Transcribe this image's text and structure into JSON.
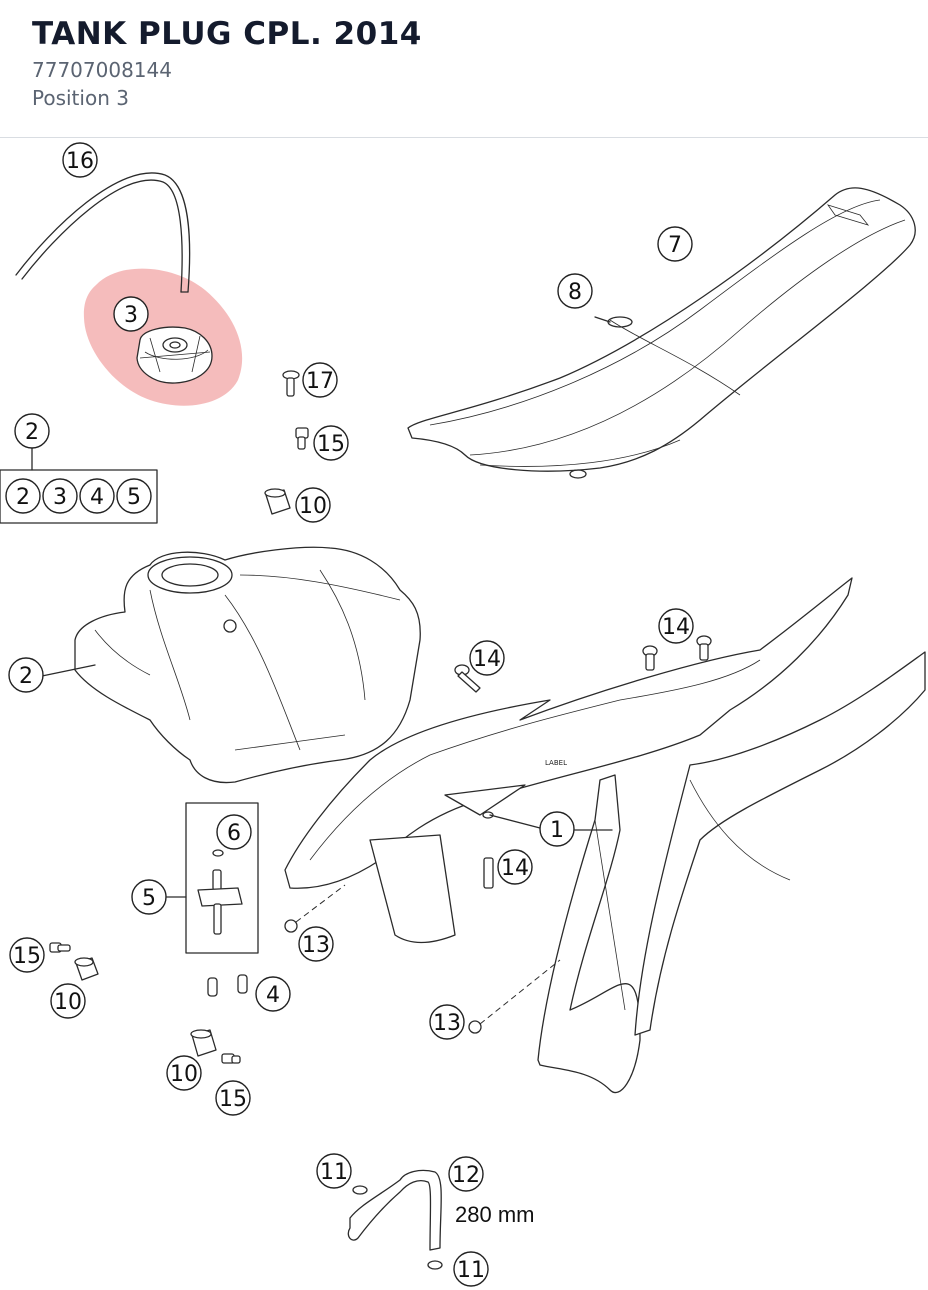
{
  "header": {
    "title": "TANK PLUG CPL. 2014",
    "part_number": "77707008144",
    "position": "Position 3"
  },
  "callouts": {
    "c1": "1",
    "c2a": "2",
    "c2b": "2",
    "c2c": "2",
    "c3a": "3",
    "c3b": "3",
    "c4a": "4",
    "c4b": "4",
    "c5a": "5",
    "c5b": "5",
    "c6": "6",
    "c7": "7",
    "c8": "8",
    "c10a": "10",
    "c10b": "10",
    "c10c": "10",
    "c11a": "11",
    "c11b": "11",
    "c12": "12",
    "c13a": "13",
    "c13b": "13",
    "c14a": "14",
    "c14b": "14",
    "c14c": "14",
    "c15a": "15",
    "c15b": "15",
    "c15c": "15",
    "c16": "16",
    "c17": "17"
  },
  "hose_length": "280 mm",
  "highlight_color": "#ef8f8f"
}
